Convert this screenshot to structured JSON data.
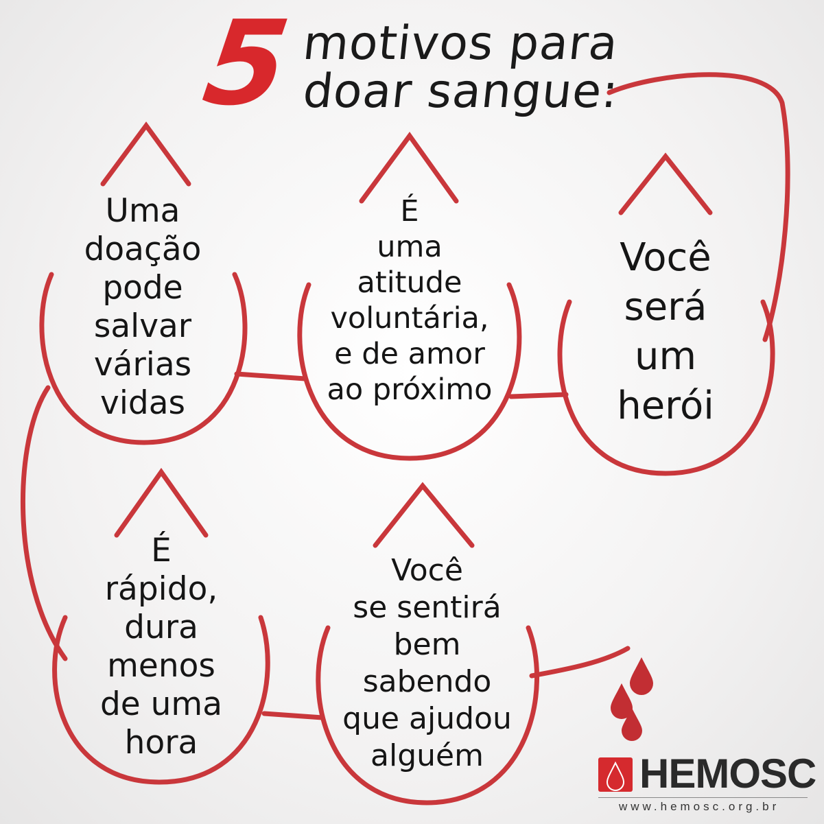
{
  "title": {
    "number": "5",
    "line1": "motivos para",
    "line2": "doar sangue:"
  },
  "reasons": [
    {
      "lines": [
        "Uma",
        "doação",
        "pode",
        "salvar",
        "várias",
        "vidas"
      ]
    },
    {
      "lines": [
        "É",
        "uma",
        "atitude",
        "voluntária,",
        "e de amor",
        "ao próximo"
      ]
    },
    {
      "lines": [
        "Você",
        "será",
        "um",
        "herói"
      ]
    },
    {
      "lines": [
        "É",
        "rápido,",
        "dura",
        "menos",
        "de uma",
        "hora"
      ]
    },
    {
      "lines": [
        "Você",
        "se sentirá",
        "bem",
        "sabendo",
        "que ajudou",
        "alguém"
      ]
    }
  ],
  "logo": {
    "name": "HEMOSC",
    "url": "www.hemosc.org.br"
  },
  "colors": {
    "accent": "#d8282c",
    "line": "#c9373b"
  }
}
